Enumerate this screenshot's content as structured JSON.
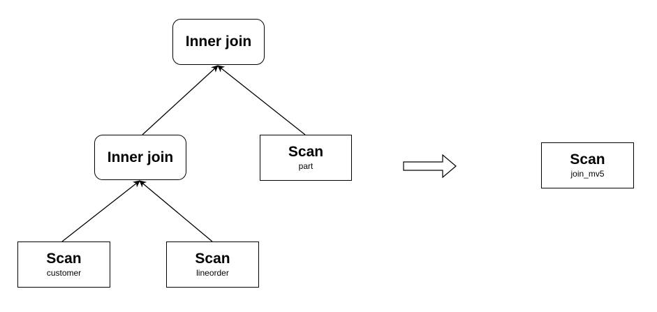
{
  "diagram": {
    "before_plan": {
      "root_join": {
        "title": "Inner join"
      },
      "child_join": {
        "title": "Inner join"
      },
      "scan_part": {
        "title": "Scan",
        "table": "part"
      },
      "scan_customer": {
        "title": "Scan",
        "table": "customer"
      },
      "scan_lineorder": {
        "title": "Scan",
        "table": "lineorder"
      }
    },
    "after_plan": {
      "scan_mv": {
        "title": "Scan",
        "table": "join_mv5"
      }
    },
    "edges": [
      {
        "from": "child_join",
        "to": "root_join"
      },
      {
        "from": "scan_part",
        "to": "root_join"
      },
      {
        "from": "scan_customer",
        "to": "child_join"
      },
      {
        "from": "scan_lineorder",
        "to": "child_join"
      }
    ],
    "transform": {
      "icon": "hollow-right-arrow-icon"
    },
    "colors": {
      "stroke": "#000000",
      "fill": "#ffffff"
    }
  }
}
